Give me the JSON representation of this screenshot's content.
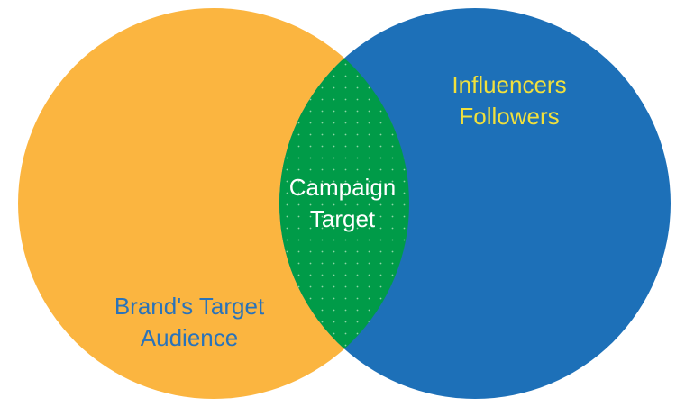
{
  "diagram": {
    "type": "venn",
    "sets": [
      {
        "id": "brand",
        "label_lines": [
          "Brand's Target",
          "Audience"
        ],
        "fill": "#FBB540",
        "text_color": "#2A73B9"
      },
      {
        "id": "influencers",
        "label_lines": [
          "Influencers",
          "Followers"
        ],
        "fill": "#1D70B8",
        "text_color": "#F1E03C"
      }
    ],
    "intersection": {
      "label_lines": [
        "Campaign",
        "Target"
      ],
      "fill": "#009B48",
      "text_color": "#FFFFFF",
      "pattern": "dotted"
    }
  }
}
